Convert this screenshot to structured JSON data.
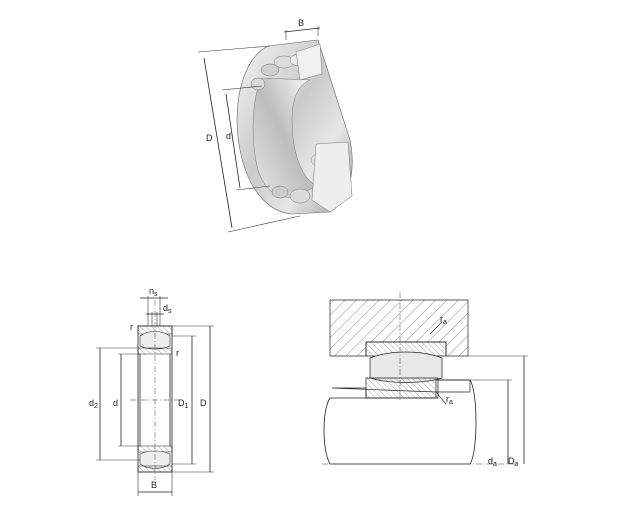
{
  "iso_view": {
    "labels": {
      "B": "B",
      "D": "D",
      "d": "d"
    }
  },
  "section_view": {
    "labels": {
      "n": "n",
      "n_sub": "s",
      "d": "d",
      "d_sub": "s",
      "r_top": "r",
      "r_side": "r",
      "d2": "d",
      "d2_sub": "2",
      "d_bore": "d",
      "D1": "D",
      "D1_sub": "1",
      "D": "D",
      "B": "B"
    }
  },
  "mounting_view": {
    "labels": {
      "ra_top": "r",
      "ra_top_sub": "a",
      "ra_bottom": "r",
      "ra_bottom_sub": "a",
      "da": "d",
      "da_sub": "a",
      "Da": "D",
      "Da_sub": "a"
    }
  }
}
